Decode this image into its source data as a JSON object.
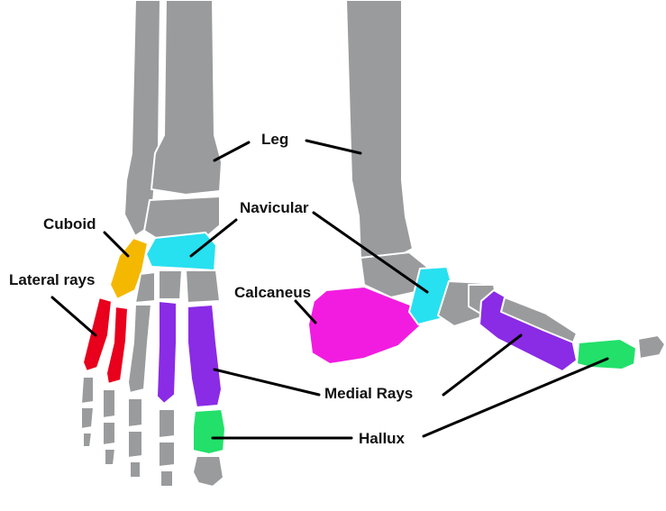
{
  "labels": {
    "leg": "Leg",
    "navicular": "Navicular",
    "cuboid": "Cuboid",
    "lateral_rays": "Lateral rays",
    "calcaneus": "Calcaneus",
    "medial_rays": "Medial Rays",
    "hallux": "Hallux"
  },
  "colors": {
    "bone": "#9a9b9d",
    "bone_outline": "#ffffff",
    "cuboid": "#f5b800",
    "navicular": "#27e0f0",
    "lateral_rays": "#e8001c",
    "calcaneus": "#f21ce0",
    "medial_rays": "#8a2be6",
    "hallux": "#22e06a",
    "leader_line": "#000000",
    "label_text": "#111111"
  }
}
